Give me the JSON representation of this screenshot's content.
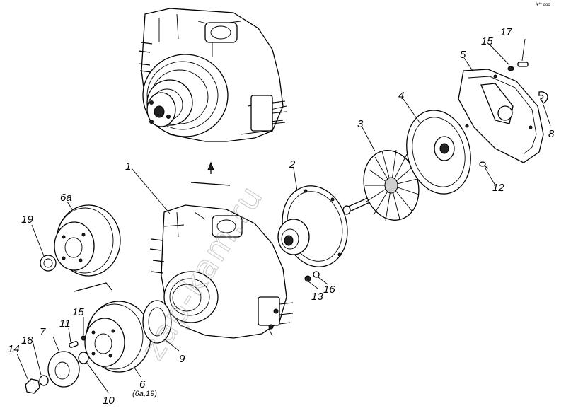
{
  "diagram": {
    "callouts": [
      {
        "id": "c1",
        "text": "1"
      },
      {
        "id": "c2",
        "text": "2"
      },
      {
        "id": "c3",
        "text": "3"
      },
      {
        "id": "c4",
        "text": "4"
      },
      {
        "id": "c5",
        "text": "5"
      },
      {
        "id": "c6",
        "text": "6"
      },
      {
        "id": "c6sub",
        "text": "(6а,19)"
      },
      {
        "id": "c6a",
        "text": "6а"
      },
      {
        "id": "c7",
        "text": "7"
      },
      {
        "id": "c8",
        "text": "8"
      },
      {
        "id": "c9",
        "text": "9"
      },
      {
        "id": "c10",
        "text": "10"
      },
      {
        "id": "c11",
        "text": "11"
      },
      {
        "id": "c12",
        "text": "12"
      },
      {
        "id": "c13",
        "text": "13"
      },
      {
        "id": "c14",
        "text": "14"
      },
      {
        "id": "c15a",
        "text": "15"
      },
      {
        "id": "c15b",
        "text": "15"
      },
      {
        "id": "c16",
        "text": "16"
      },
      {
        "id": "c17",
        "text": "17"
      },
      {
        "id": "c18",
        "text": "18"
      },
      {
        "id": "c19",
        "text": "19"
      }
    ],
    "watermark": "zap-kam.ru",
    "corner_code": "¥** ooo"
  }
}
